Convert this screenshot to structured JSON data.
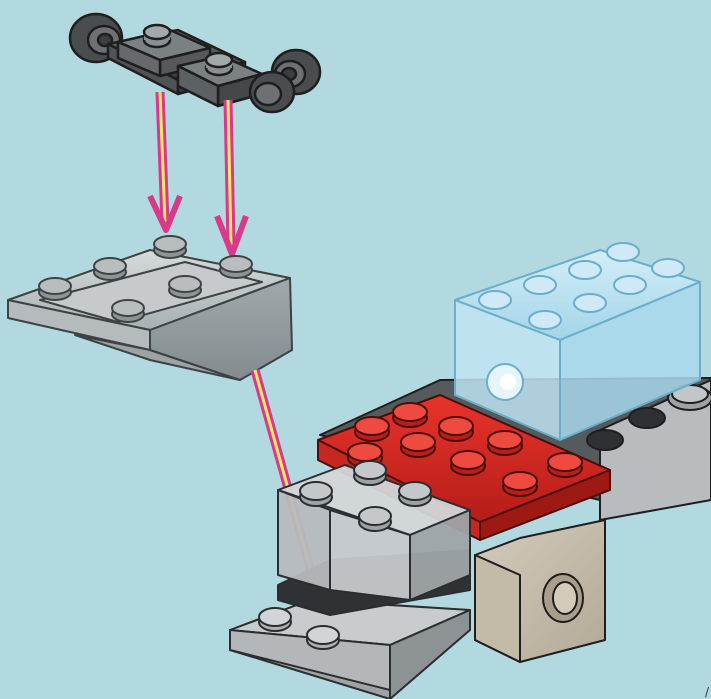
{
  "scene": {
    "background_color": "#b3d9e0",
    "arrow_color": "#d9398a",
    "arrow_inner_color": "#f2e96a",
    "parts": [
      {
        "name": "wheel-axle-plate",
        "color": "dark-gray"
      },
      {
        "name": "transparent-wedge-slope-piece",
        "color": "trans-clear"
      },
      {
        "name": "trans-light-blue-brick",
        "color": "trans-light-blue"
      },
      {
        "name": "red-plate-2x6",
        "color": "red"
      },
      {
        "name": "tan-technic-brick",
        "color": "tan"
      },
      {
        "name": "trans-clear-base-assembly",
        "color": "trans-clear"
      }
    ],
    "corner_glyph": "/"
  }
}
